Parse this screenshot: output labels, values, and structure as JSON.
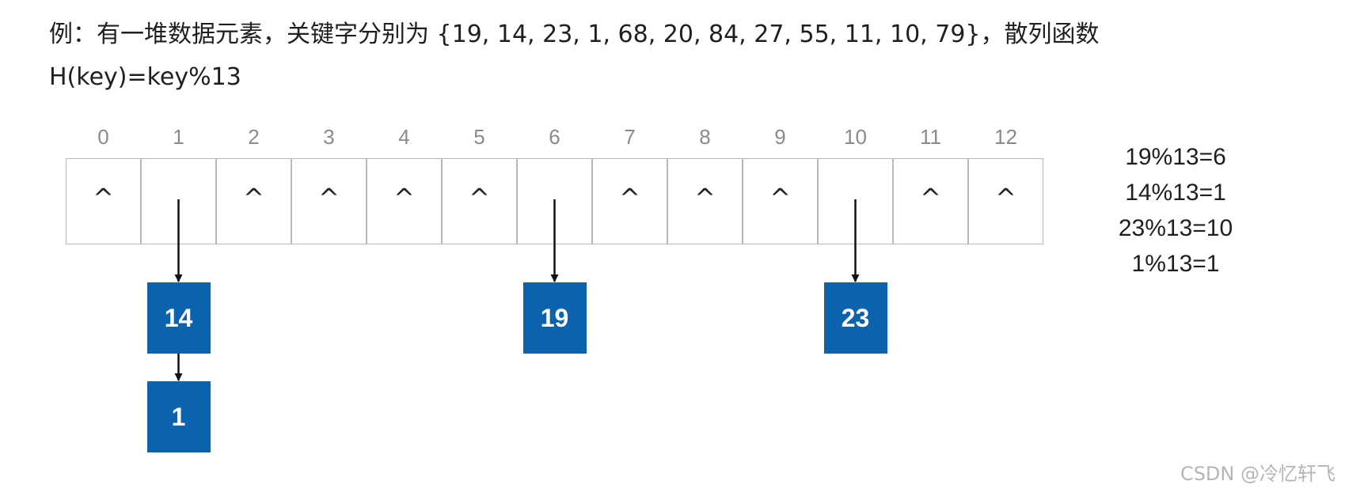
{
  "title": {
    "line1": "例：有一堆数据元素，关键字分别为 {19, 14, 23, 1, 68, 20, 84, 27, 55, 11, 10, 79}，散列函数",
    "line2": "H(key)=key%13"
  },
  "table": {
    "indices": [
      "0",
      "1",
      "2",
      "3",
      "4",
      "5",
      "6",
      "7",
      "8",
      "9",
      "10",
      "11",
      "12"
    ],
    "null_symbol": "^",
    "empty_slots": [
      0,
      2,
      3,
      4,
      5,
      7,
      8,
      9,
      11,
      12
    ],
    "chains": [
      {
        "slot": 1,
        "nodes": [
          "14",
          "1"
        ]
      },
      {
        "slot": 6,
        "nodes": [
          "19"
        ]
      },
      {
        "slot": 10,
        "nodes": [
          "23"
        ]
      }
    ]
  },
  "calculations": [
    "19%13=6",
    "14%13=1",
    "23%13=10",
    "1%13=1"
  ],
  "colors": {
    "node": "#0b63ad",
    "border": "#b8b8b8",
    "index": "#8a8a8a"
  },
  "watermark": "CSDN @冷忆轩飞"
}
